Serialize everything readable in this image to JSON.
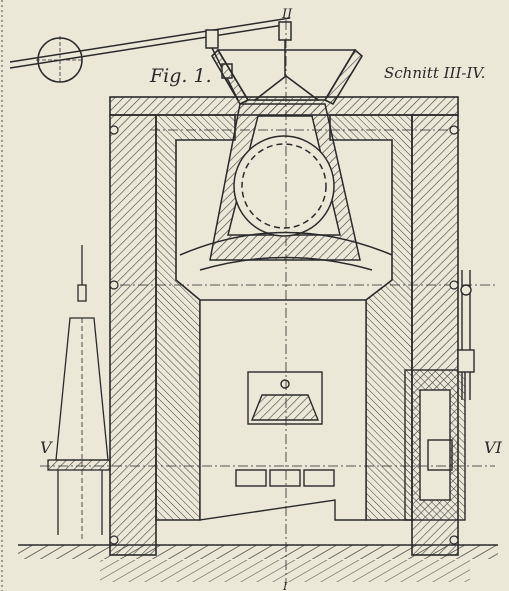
{
  "figure": {
    "label": "Fig. 1.",
    "section_label": "Schnitt III-IV.",
    "markers": {
      "top": "II",
      "bottom": "I",
      "left": "V",
      "right": "VI"
    }
  },
  "colors": {
    "paper": "#ebe8d8",
    "ink": "#2a2a2a",
    "hatch": "#4a4a4a"
  }
}
